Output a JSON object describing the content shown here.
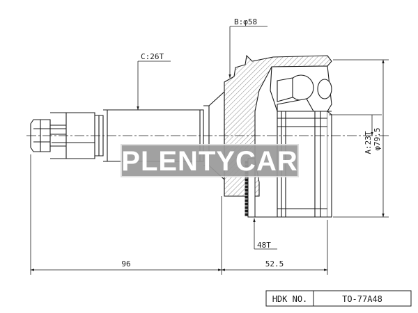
{
  "watermark": {
    "text": "PLENTYCAR"
  },
  "callouts": {
    "spline_outer": "C:26T",
    "bell_diameter": "B:φ58",
    "abs_ring": "48T",
    "inner_spline_a": "A:23T",
    "inner_diameter": "φ79.5"
  },
  "dimensions": {
    "shaft_length": "96",
    "bell_length": "52.5"
  },
  "title_block": {
    "label": "HDK NO.",
    "part_number": "TO-77A48"
  },
  "colors": {
    "line": "#1a1a1a",
    "hatch": "#555555",
    "watermark_bg": "#9a9a9a",
    "watermark_border": "#dddddd"
  }
}
